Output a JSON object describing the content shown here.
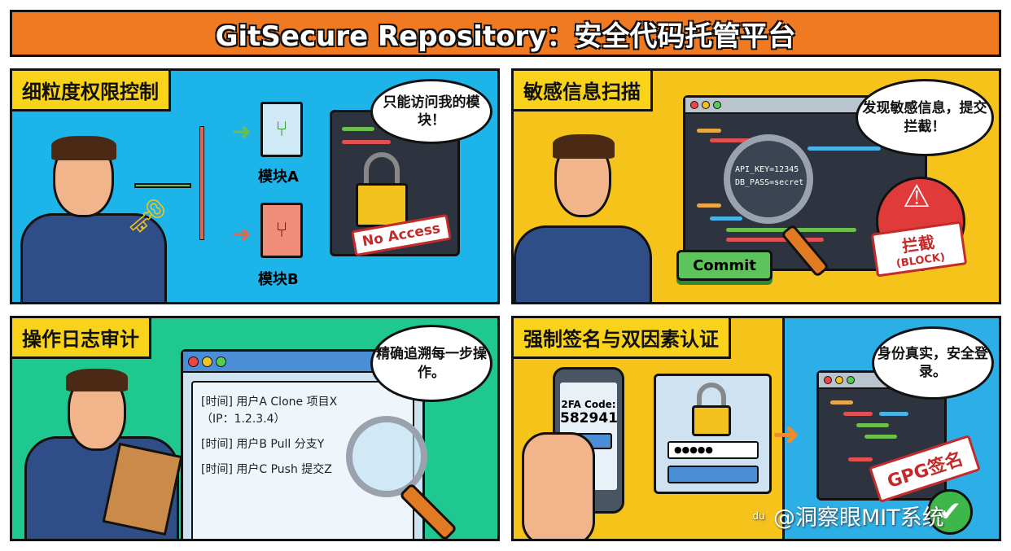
{
  "title": "GitSecure Repository：安全代码托管平台",
  "panels": {
    "permissions": {
      "label": "细粒度权限控制",
      "bubble": "只能访问我的模块！",
      "module_a": "模块A",
      "module_b": "模块B",
      "stamp": "No Access",
      "background": "#1db4ea"
    },
    "scan": {
      "label": "敏感信息扫描",
      "bubble": "发现敏感信息，提交拦截！",
      "line1": "API_KEY=12345",
      "line2": "DB_PASS=secret",
      "commit_button": "Commit",
      "block_stamp": "拦截",
      "block_sub": "(BLOCK)",
      "background": "#f6c31b"
    },
    "audit": {
      "label": "操作日志审计",
      "bubble": "精确追溯每一步操作。",
      "log": [
        "[时间] 用户A Clone 项目X",
        "（IP：1.2.3.4）",
        "[时间] 用户B Pull 分支Y",
        "[时间] 用户C Push 提交Z"
      ],
      "background": "#1ec88e"
    },
    "signing": {
      "label": "强制签名与双因素认证",
      "code_label": "2FA Code:",
      "code": "582941",
      "password_mask": "●●●●●",
      "bubble": "身份真实，安全登录。",
      "stamp": "GPG签名",
      "background": "#2bafe6"
    }
  },
  "watermark": "@洞察眼MIT系统",
  "accent": "#f07a22"
}
